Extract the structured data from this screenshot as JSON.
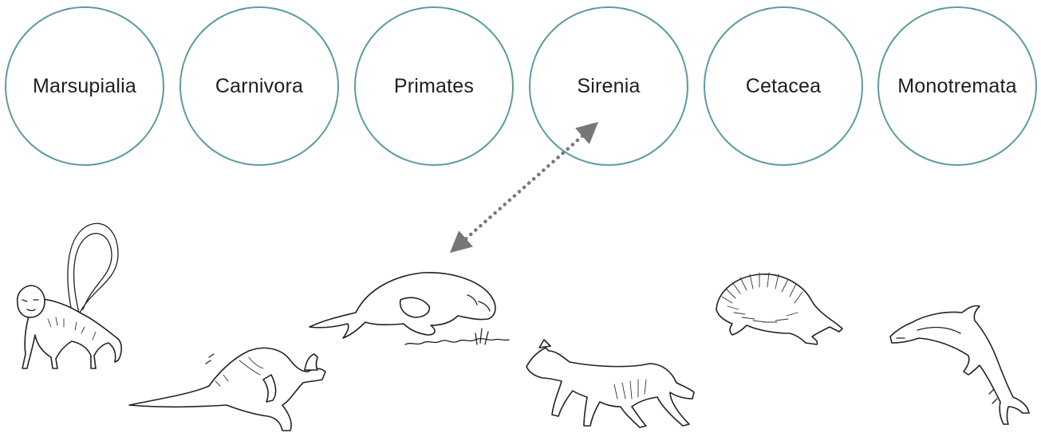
{
  "orders": [
    {
      "label": "Marsupialia"
    },
    {
      "label": "Carnivora"
    },
    {
      "label": "Primates"
    },
    {
      "label": "Sirenia"
    },
    {
      "label": "Cetacea"
    },
    {
      "label": "Monotremata"
    }
  ],
  "colors": {
    "circle_border": "#5d9aa0",
    "arrow": "#777777",
    "ink": "#222222"
  },
  "animals": [
    {
      "icon": "monkey-icon"
    },
    {
      "icon": "kangaroo-icon"
    },
    {
      "icon": "dugong-icon"
    },
    {
      "icon": "dingo-icon"
    },
    {
      "icon": "echidna-icon"
    },
    {
      "icon": "dolphin-icon"
    }
  ],
  "connections": [
    {
      "from": "dugong-icon",
      "to": "Sirenia",
      "style": "dotted-double-arrow"
    }
  ]
}
